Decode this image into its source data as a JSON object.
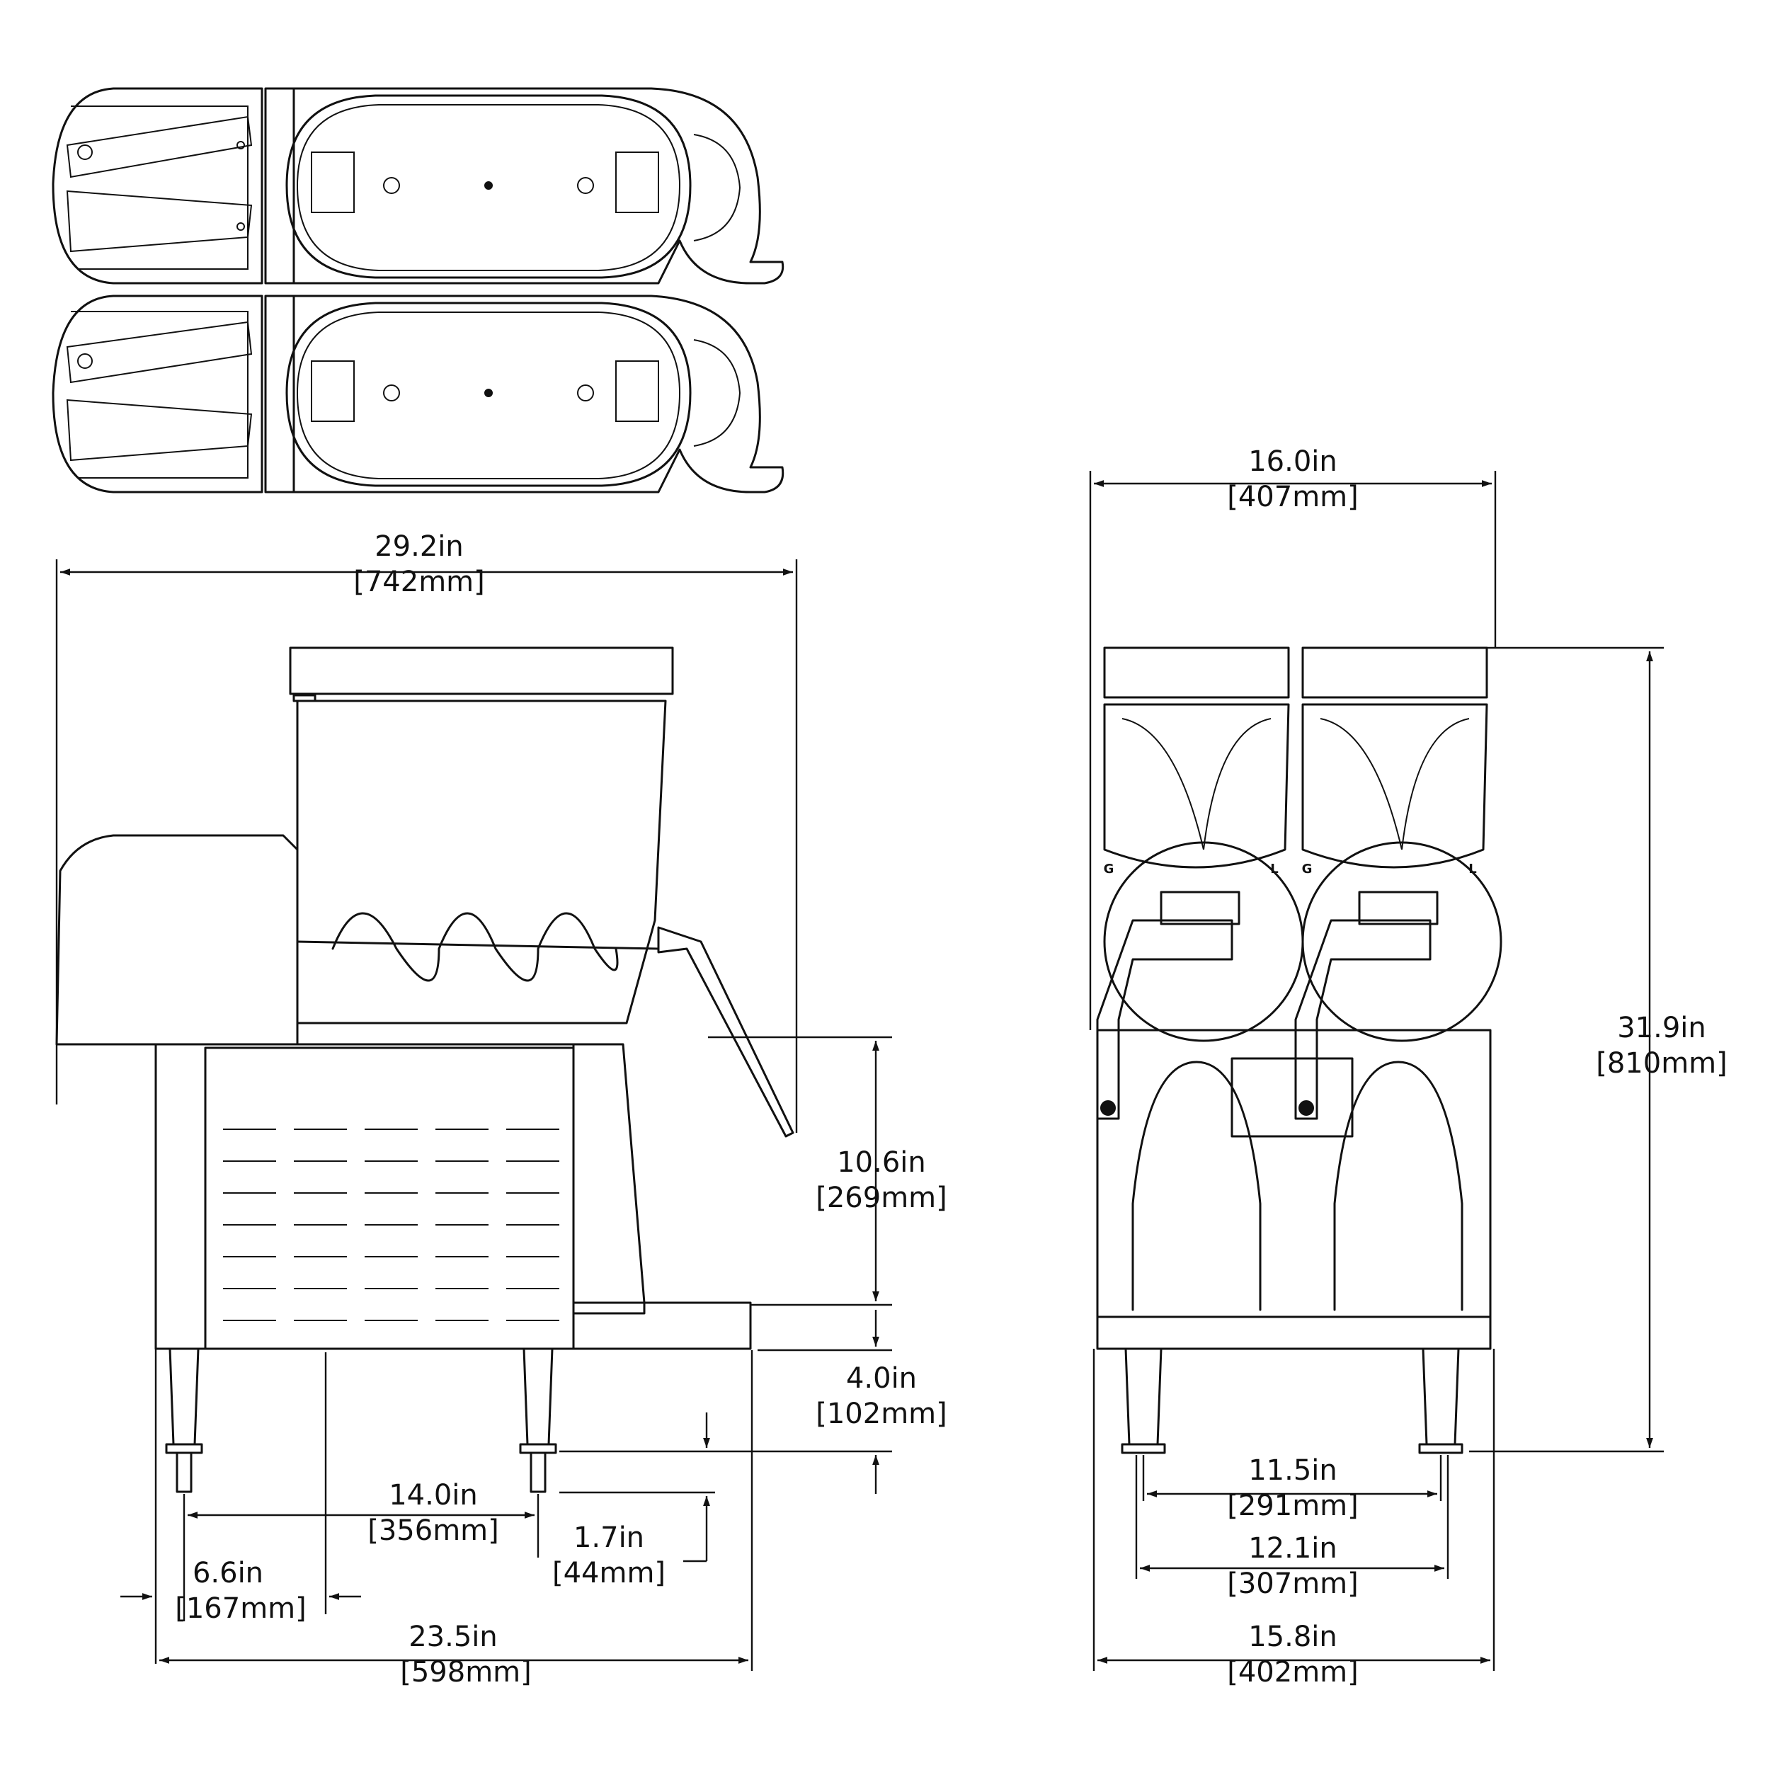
{
  "dimensions": {
    "overall_depth": {
      "in": "29.2in",
      "mm": "[742mm]"
    },
    "front_width_top": {
      "in": "16.0in",
      "mm": "[407mm]"
    },
    "overall_height": {
      "in": "31.9in",
      "mm": "[810mm]"
    },
    "dispense_height": {
      "in": "10.6in",
      "mm": "[269mm]"
    },
    "drip_tray_height": {
      "in": "4.0in",
      "mm": "[102mm]"
    },
    "leg_depth_spacing": {
      "in": "14.0in",
      "mm": "[356mm]"
    },
    "leg_adjust": {
      "in": "1.7in",
      "mm": "[44mm]"
    },
    "rear_leg_offset": {
      "in": "6.6in",
      "mm": "[167mm]"
    },
    "base_depth": {
      "in": "23.5in",
      "mm": "[598mm]"
    },
    "leg_width_inner": {
      "in": "11.5in",
      "mm": "[291mm]"
    },
    "leg_width_outer": {
      "in": "12.1in",
      "mm": "[307mm]"
    },
    "base_width": {
      "in": "15.8in",
      "mm": "[402mm]"
    }
  },
  "level_marks": {
    "gallons": "G",
    "liters": "L"
  }
}
